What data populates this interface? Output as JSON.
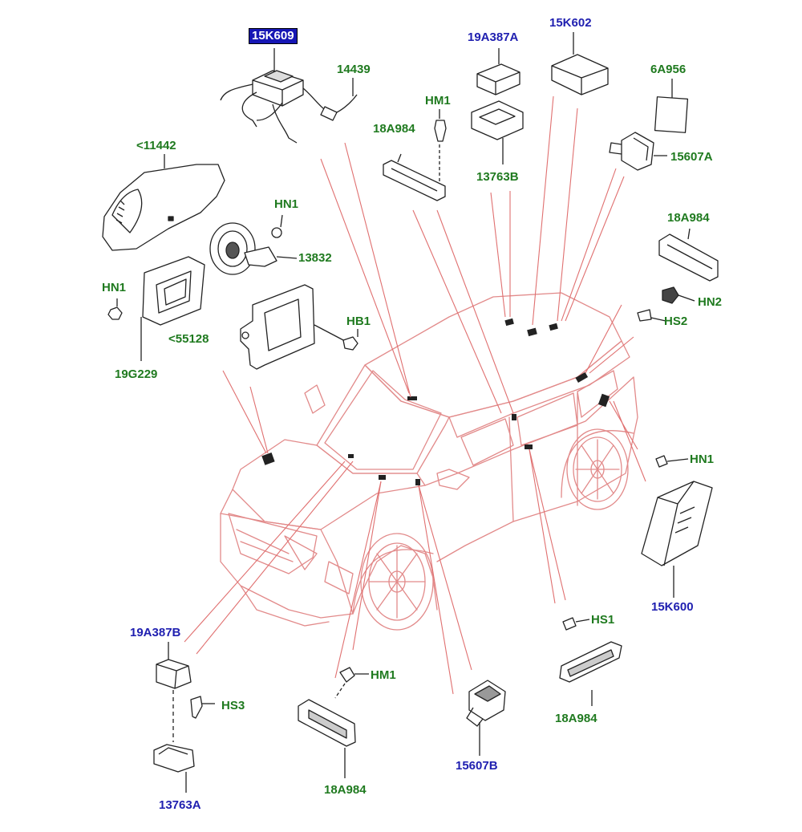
{
  "diagram": {
    "labels": [
      {
        "id": "15K609",
        "text": "15K609",
        "color": "blue",
        "selected": true
      },
      {
        "id": "14439",
        "text": "14439",
        "color": "green"
      },
      {
        "id": "19A387A",
        "text": "19A387A",
        "color": "blue"
      },
      {
        "id": "15K602",
        "text": "15K602",
        "color": "blue"
      },
      {
        "id": "HM1_top",
        "text": "HM1",
        "color": "green"
      },
      {
        "id": "18A984_top",
        "text": "18A984",
        "color": "green"
      },
      {
        "id": "13763B",
        "text": "13763B",
        "color": "green"
      },
      {
        "id": "6A956",
        "text": "6A956",
        "color": "green"
      },
      {
        "id": "15607A",
        "text": "15607A",
        "color": "green"
      },
      {
        "id": "11442",
        "text": "<11442",
        "color": "green"
      },
      {
        "id": "HN1_a",
        "text": "HN1",
        "color": "green"
      },
      {
        "id": "13832",
        "text": "13832",
        "color": "green"
      },
      {
        "id": "18A984_right",
        "text": "18A984",
        "color": "green"
      },
      {
        "id": "HN1_b",
        "text": "HN1",
        "color": "green"
      },
      {
        "id": "HN2",
        "text": "HN2",
        "color": "green"
      },
      {
        "id": "HS2",
        "text": "HS2",
        "color": "green"
      },
      {
        "id": "HB1",
        "text": "HB1",
        "color": "green"
      },
      {
        "id": "55128",
        "text": "<55128",
        "color": "green"
      },
      {
        "id": "19G229",
        "text": "19G229",
        "color": "green"
      },
      {
        "id": "HN1_c",
        "text": "HN1",
        "color": "green"
      },
      {
        "id": "15K600",
        "text": "15K600",
        "color": "blue"
      },
      {
        "id": "HS1",
        "text": "HS1",
        "color": "green"
      },
      {
        "id": "19A387B",
        "text": "19A387B",
        "color": "blue"
      },
      {
        "id": "HM1_bottom",
        "text": "HM1",
        "color": "green"
      },
      {
        "id": "HS3",
        "text": "HS3",
        "color": "green"
      },
      {
        "id": "18A984_bottom_right",
        "text": "18A984",
        "color": "green"
      },
      {
        "id": "13763A",
        "text": "13763A",
        "color": "blue"
      },
      {
        "id": "18A984_bottom",
        "text": "18A984",
        "color": "green"
      },
      {
        "id": "15607B",
        "text": "15607B",
        "color": "blue"
      }
    ],
    "colors": {
      "blue": "#1f1fb0",
      "green": "#1f7a1f",
      "leader": "#e07070",
      "car": "#e28a8a",
      "part": "#222222",
      "selected_bg": "#1616b4"
    }
  }
}
